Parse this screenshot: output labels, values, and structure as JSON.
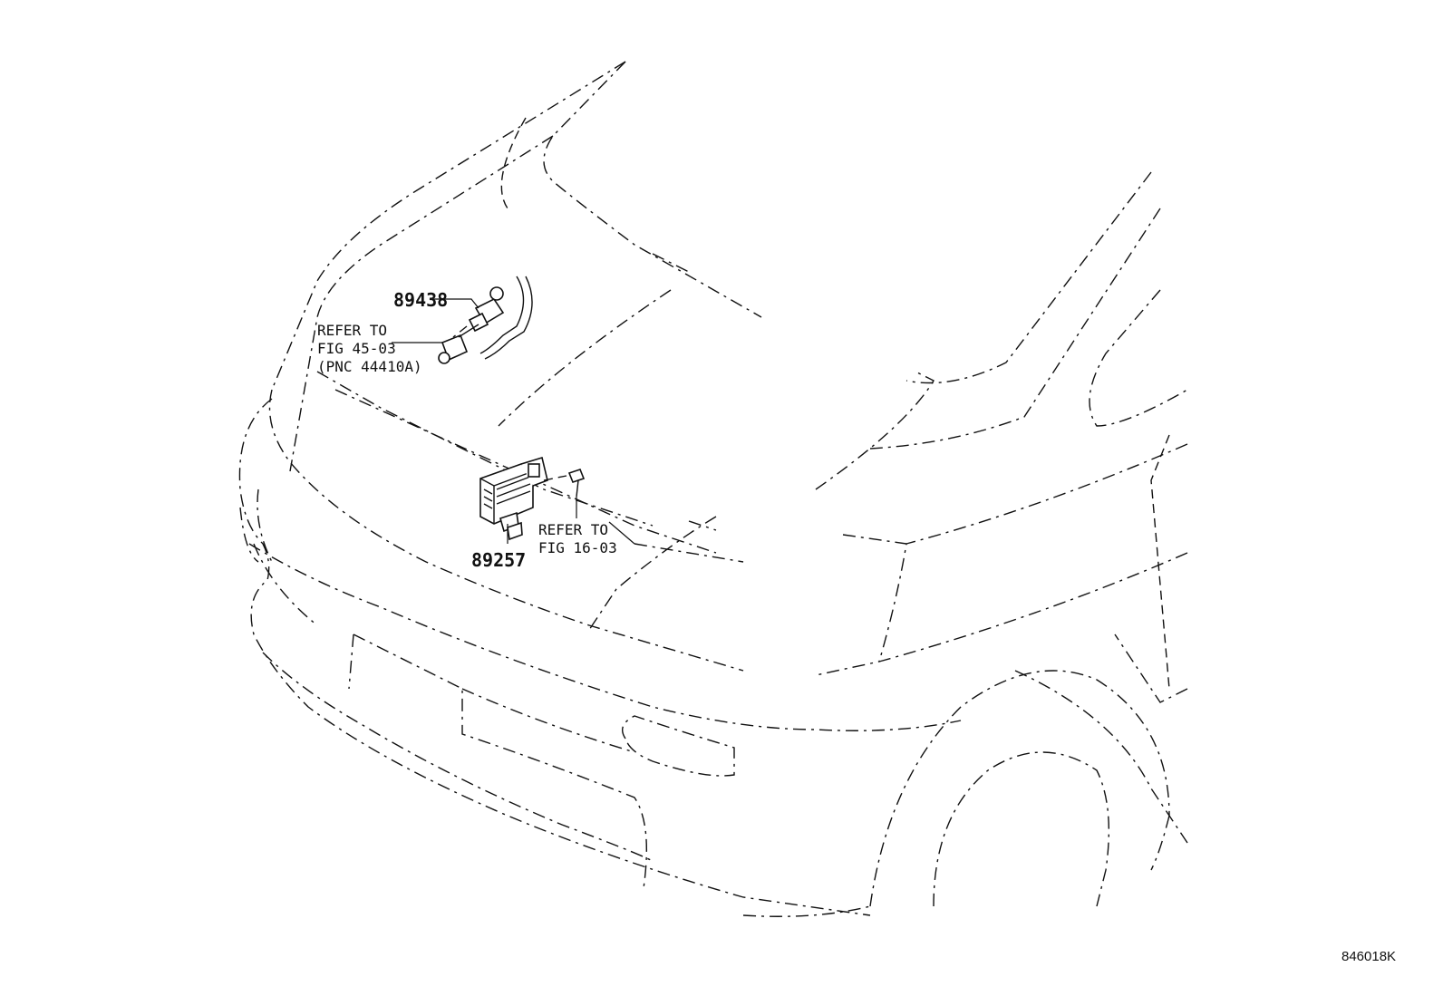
{
  "callouts": {
    "part_89438": "89438",
    "part_89257": "89257",
    "ref_upper": [
      "REFER TO",
      "FIG 45-03",
      "(PNC 44410A)"
    ],
    "ref_lower": [
      "REFER TO",
      "FIG 16-03"
    ]
  },
  "illustration_code": "846018K"
}
